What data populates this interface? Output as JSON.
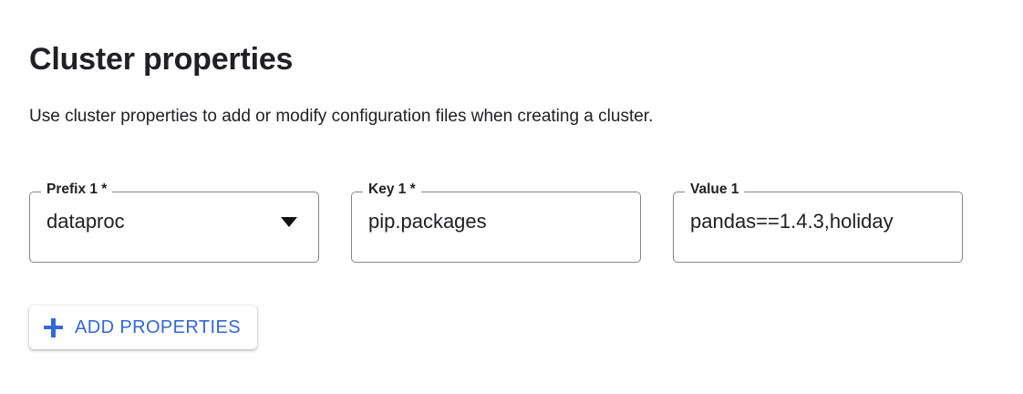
{
  "section": {
    "title": "Cluster properties",
    "description": "Use cluster properties to add or modify configuration files when creating a cluster."
  },
  "colors": {
    "accent_blue": "#3367d6",
    "text_primary": "#202124",
    "field_border": "#80868b",
    "background": "#ffffff",
    "arrow": "#111214"
  },
  "property_rows": [
    {
      "prefix": {
        "label": "Prefix 1 *",
        "value": "dataproc",
        "control": "select",
        "required": true,
        "icon": "chevron-down-icon"
      },
      "key": {
        "label": "Key 1 *",
        "value": "pip.packages",
        "control": "text",
        "required": true
      },
      "value": {
        "label": "Value 1",
        "value": "pandas==1.4.3,holiday",
        "control": "text",
        "required": false
      }
    }
  ],
  "actions": {
    "add_properties": {
      "label": "ADD PROPERTIES",
      "icon": "plus-icon"
    }
  }
}
